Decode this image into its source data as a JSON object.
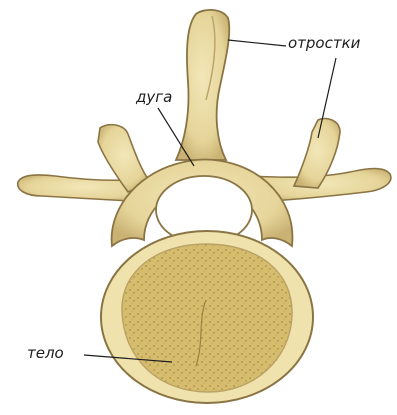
{
  "labels": {
    "processes": "отростки",
    "arch": "дуга",
    "body": "тело"
  },
  "colors": {
    "background": "#ffffff",
    "bone": "#e6d59a",
    "bone_light": "#f2e7b8",
    "bone_shadow": "#b9a264",
    "outline": "#8a7443",
    "cancellous": "#d6bd6e",
    "cancellous_dots": "#a98f4a",
    "foramen": "#ffffff",
    "leader": "#1d1d1d"
  }
}
